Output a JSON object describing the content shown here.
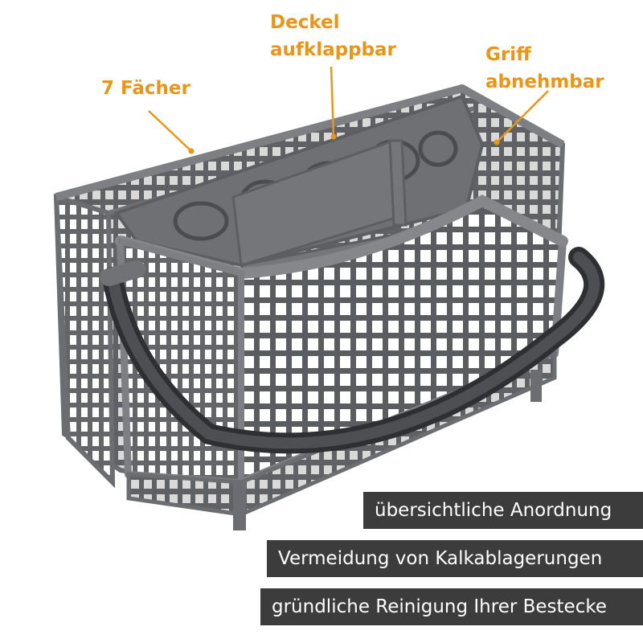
{
  "callouts": {
    "compartments": "7 Fächer",
    "lid_line1": "Deckel",
    "lid_line2": "aufklappbar",
    "handle_line1": "Griff",
    "handle_line2": "abnehmbar"
  },
  "features": [
    "übersichtliche Anordnung",
    "Vermeidung von Kalkablagerungen",
    "gründliche Reinigung Ihrer Bestecke"
  ],
  "colors": {
    "accent": "#e8961a",
    "plastic": "#77797d",
    "badge_bg": "#3c3c3c",
    "badge_text": "#ffffff"
  }
}
